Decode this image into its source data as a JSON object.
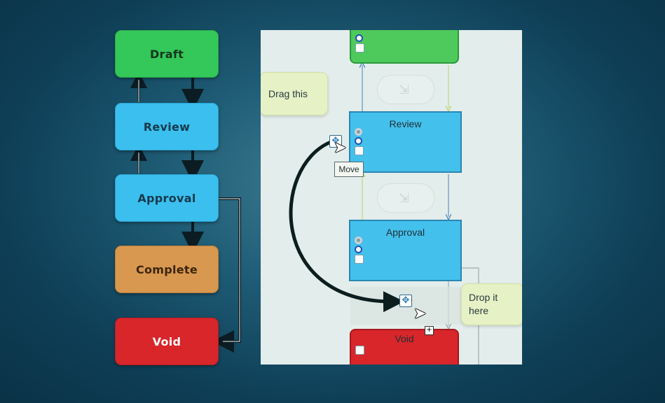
{
  "workflow": {
    "draft": "Draft",
    "review": "Review",
    "approval": "Approval",
    "complete": "Complete",
    "void": "Void"
  },
  "editor": {
    "review_title": "Review",
    "approval_title": "Approval",
    "void_title": "Void",
    "drag_hint": "Drag this",
    "drop_hint": "Drop it here",
    "move_tooltip": "Move"
  },
  "colors": {
    "draft": "#34c759",
    "review": "#3bbfee",
    "approval": "#3bbfee",
    "complete": "#d9984f",
    "void": "#d8262b",
    "drag_arrow": "#0c1e1e"
  }
}
